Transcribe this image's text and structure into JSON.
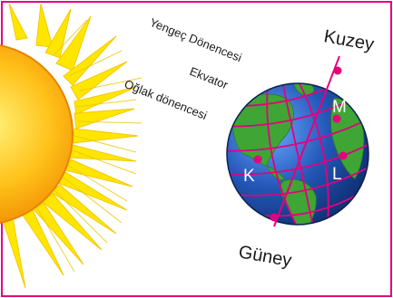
{
  "labels": {
    "north": "Kuzey",
    "south": "Güney",
    "tropic_cancer": "Yengeç Dönencesi",
    "equator": "Ekvator",
    "tropic_capricorn": "Oğlak dönencesi"
  },
  "points": {
    "m": "M",
    "l": "L",
    "k": "K"
  },
  "colors": {
    "frame": "#e5007e",
    "sun_core": "#f6a800",
    "sun_rays": "#ffe600",
    "ocean": "#1f4fa8",
    "land": "#3fa535",
    "lines": "#e5007e"
  }
}
